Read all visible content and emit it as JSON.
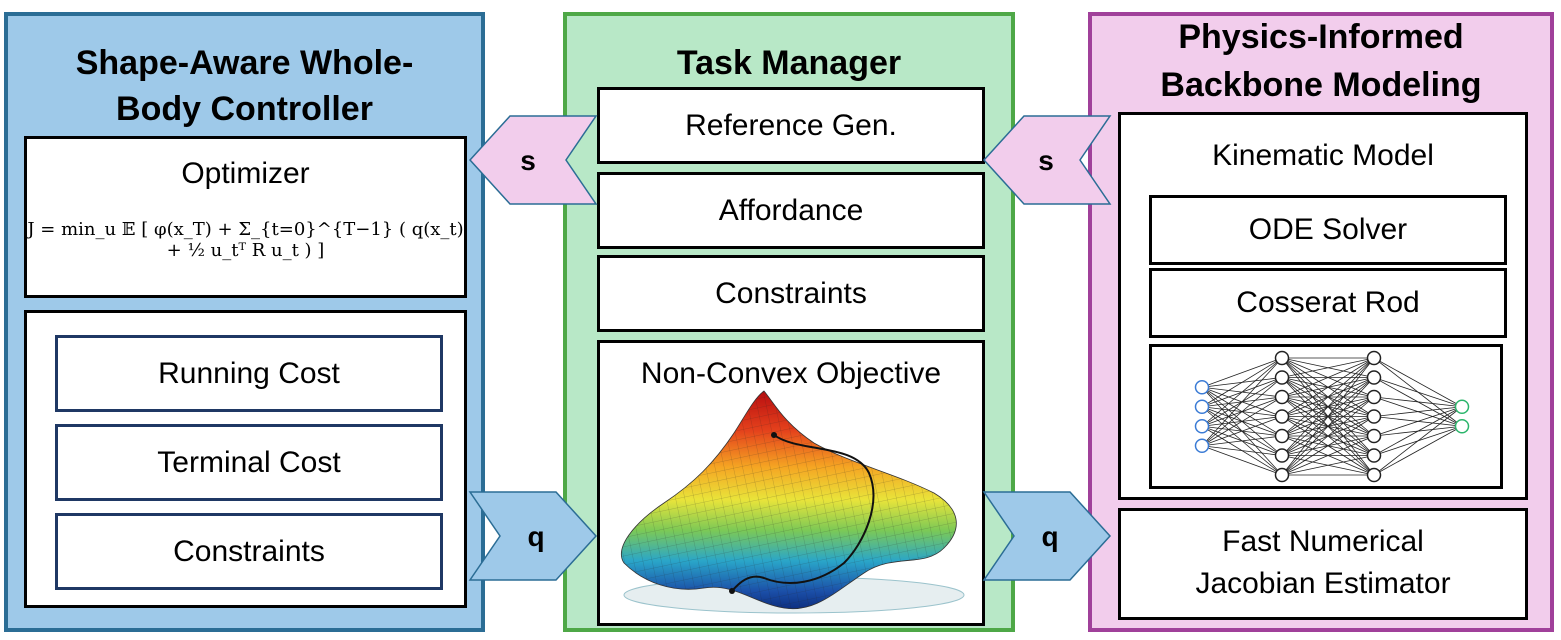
{
  "left": {
    "title_line1": "Shape-Aware Whole-",
    "title_line2": "Body Controller",
    "optimizer": {
      "label": "Optimizer",
      "formula": "J = min_u 𝔼 [ φ(x_T) + Σ_{t=0}^{T−1} ( q(x_t) + ½ u_tᵀ R u_t ) ]"
    },
    "costs": [
      "Running Cost",
      "Terminal Cost",
      "Constraints"
    ]
  },
  "middle": {
    "title": "Task Manager",
    "boxes": [
      "Reference Gen.",
      "Affordance",
      "Constraints"
    ],
    "objective": {
      "label": "Non-Convex Objective"
    }
  },
  "right": {
    "title_line1": "Physics-Informed",
    "title_line2": "Backbone Modeling",
    "kinematic": {
      "label": "Kinematic Model",
      "boxes": [
        "ODE Solver",
        "Cosserat Rod"
      ],
      "network": {
        "layers": [
          4,
          7,
          7,
          2
        ]
      }
    },
    "jacobian": {
      "line1": "Fast Numerical",
      "line2": "Jacobian Estimator"
    }
  },
  "arrows": {
    "s_left": "s",
    "s_right": "s",
    "q_left": "q",
    "q_right": "q"
  },
  "colors": {
    "left_fill": "#9ec9e9",
    "left_border": "#2b6d95",
    "mid_fill": "#b8e8c7",
    "mid_border": "#4ea847",
    "right_fill": "#f2cdec",
    "right_border": "#a0409a",
    "s_arrow_fill": "#f2cdec",
    "q_arrow_fill": "#9ec9e9"
  }
}
